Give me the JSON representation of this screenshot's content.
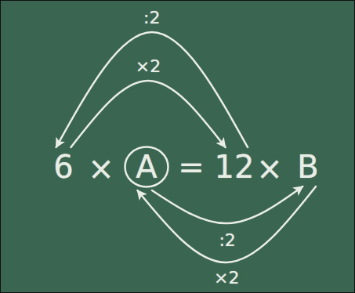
{
  "diagram": {
    "nodes": [
      {
        "text": [
          "6"
        ]
      },
      {
        "text": [
          "A"
        ]
      },
      {
        "text": [
          "12"
        ]
      },
      {
        "text": [
          "B"
        ]
      }
    ],
    "edges": [
      {
        "from": 2,
        "to": 0,
        "arrow": "to",
        "label": ":2"
      },
      {
        "from": 0,
        "to": 2,
        "arrow": "to",
        "label": "×2"
      },
      {
        "from": 1,
        "to": 3,
        "arrow": "to",
        "label": ":2"
      },
      {
        "from": 3,
        "to": 1,
        "arrow": "to",
        "label": "×2"
      }
    ],
    "labels": [
      "×",
      "=",
      "×"
    ]
  }
}
